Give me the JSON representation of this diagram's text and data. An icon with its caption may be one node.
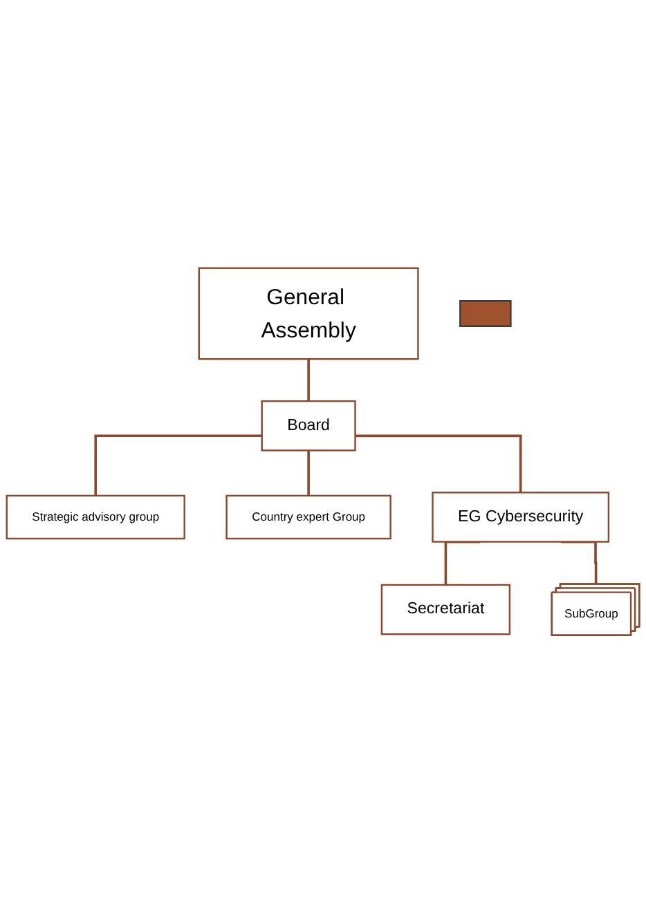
{
  "diagram": {
    "nodes": [
      {
        "text": [
          "General Assembly"
        ]
      },
      {
        "text": [
          "Board"
        ]
      },
      {
        "text": [
          "Strategic advisory group"
        ]
      },
      {
        "text": [
          "Country expert Group"
        ]
      },
      {
        "text": [
          "EG Cybersecurity"
        ]
      },
      {
        "text": [
          "Secretariat"
        ]
      },
      {
        "text": [
          "SubGroup"
        ]
      },
      {
        "text": [],
        "shape": "box"
      }
    ],
    "edges": [
      {
        "from": 0,
        "to": 1,
        "arrow": "none"
      },
      {
        "from": 1,
        "to": 2,
        "arrow": "none"
      },
      {
        "from": 1,
        "to": 3,
        "arrow": "none"
      },
      {
        "from": 1,
        "to": 4,
        "arrow": "none"
      },
      {
        "from": 4,
        "to": 5,
        "arrow": "none"
      },
      {
        "from": 4,
        "to": 6,
        "arrow": "none"
      }
    ]
  }
}
